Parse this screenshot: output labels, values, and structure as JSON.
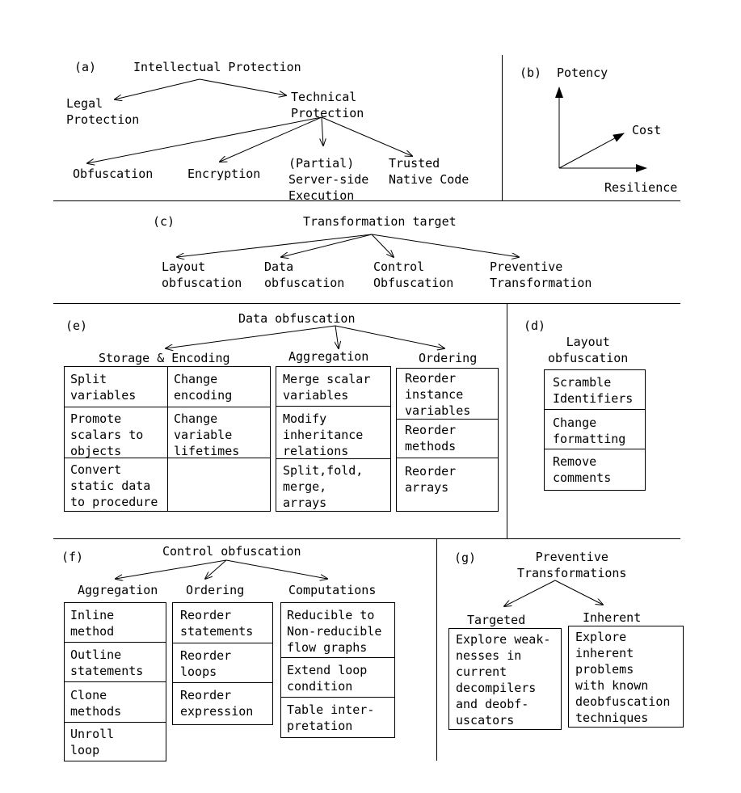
{
  "a": {
    "tag": "(a)",
    "root": "Intellectual Protection",
    "legal": "Legal\nProtection",
    "technical": "Technical\nProtection",
    "obfuscation": "Obfuscation",
    "encryption": "Encryption",
    "server": "(Partial)\nServer-side\nExecution",
    "native": "Trusted\nNative Code"
  },
  "b": {
    "tag": "(b)",
    "potency": "Potency",
    "cost": "Cost",
    "resilience": "Resilience"
  },
  "c": {
    "tag": "(c)",
    "root": "Transformation target",
    "layout": "Layout\nobfuscation",
    "data": "Data\nobfuscation",
    "control": "Control\nObfuscation",
    "preventive": "Preventive\nTransformation"
  },
  "e": {
    "tag": "(e)",
    "root": "Data obfuscation",
    "storage": {
      "title": "Storage & Encoding",
      "cells": [
        "Split\nvariables",
        "Change\nencoding",
        "Promote\nscalars to\nobjects",
        "Change\nvariable\nlifetimes",
        "Convert\nstatic data\nto procedure"
      ]
    },
    "aggregation": {
      "title": "Aggregation",
      "cells": [
        "Merge scalar\nvariables",
        "Modify\ninheritance\nrelations",
        "Split,fold,\nmerge,\narrays"
      ]
    },
    "ordering": {
      "title": "Ordering",
      "cells": [
        "Reorder\ninstance\nvariables",
        "Reorder\nmethods",
        "Reorder\narrays"
      ]
    }
  },
  "d": {
    "tag": "(d)",
    "title": "Layout\nobfuscation",
    "cells": [
      "Scramble\nIdentifiers",
      "Change\nformatting",
      "Remove\ncomments"
    ]
  },
  "f": {
    "tag": "(f)",
    "root": "Control obfuscation",
    "aggregation": {
      "title": "Aggregation",
      "cells": [
        "Inline\nmethod",
        "Outline\nstatements",
        "Clone\nmethods",
        "Unroll\nloop"
      ]
    },
    "ordering": {
      "title": "Ordering",
      "cells": [
        "Reorder\nstatements",
        "Reorder\nloops",
        "Reorder\nexpression"
      ]
    },
    "computations": {
      "title": "Computations",
      "cells": [
        "Reducible to\nNon-reducible\nflow graphs",
        "Extend loop\ncondition",
        "Table inter-\npretation"
      ]
    }
  },
  "g": {
    "tag": "(g)",
    "root": "Preventive\nTransformations",
    "targeted": {
      "title": "Targeted",
      "text": "Explore weak-\nnesses in\ncurrent\ndecompilers\nand deobf-\nuscators"
    },
    "inherent": {
      "title": "Inherent",
      "text": "Explore\ninherent\nproblems\nwith known\ndeobfuscation\ntechniques"
    }
  }
}
